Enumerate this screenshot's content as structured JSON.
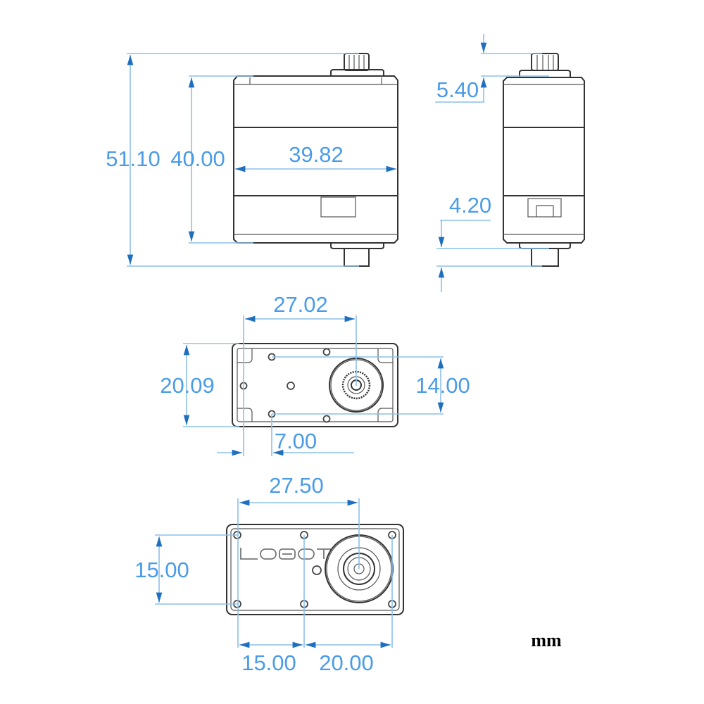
{
  "units": "mm",
  "logo_text": "LOBOT",
  "colors": {
    "dimension_text": "#4a9be8",
    "dimension_line": "#8cc0ea",
    "outline": "#333333"
  },
  "front_view": {
    "overall_height": "51.10",
    "body_height": "40.00",
    "body_length": "39.82"
  },
  "side_view": {
    "spline_height": "5.40",
    "bottom_boss_height": "4.20"
  },
  "top_view": {
    "shaft_offset": "27.02",
    "width": "20.09",
    "hole_spacing": "14.00",
    "hole_offset": "7.00"
  },
  "bottom_view": {
    "shaft_offset": "27.50",
    "hole_spacing_vertical": "15.00",
    "hole_spacing_left": "15.00",
    "hole_spacing_right": "20.00"
  }
}
